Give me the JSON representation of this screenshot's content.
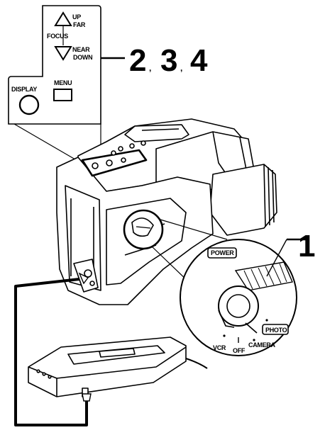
{
  "controls": {
    "up": "UP",
    "far": "FAR",
    "focus": "FOCUS",
    "near": "NEAR",
    "down": "DOWN",
    "display": "DISPLAY",
    "menu": "MENU"
  },
  "callouts": {
    "steps_2": "2",
    "steps_3": "3",
    "steps_4": "4",
    "sep": ",",
    "step_1": "1"
  },
  "power_switch": {
    "label": "POWER",
    "vcr": "VCR",
    "off": "OFF",
    "camera": "CAMERA",
    "photo": "PHOTO"
  }
}
